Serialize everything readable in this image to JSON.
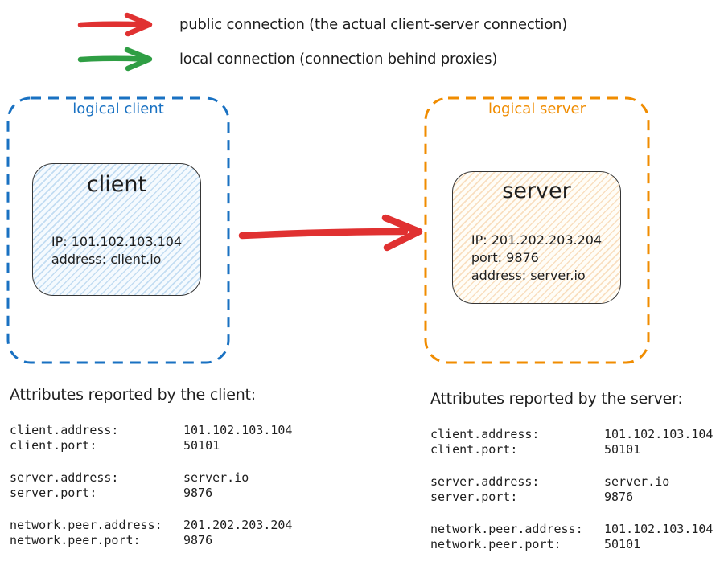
{
  "legend": {
    "items": [
      {
        "name": "public-connection",
        "color": "#e03131",
        "label": "public connection (the actual client-server connection)"
      },
      {
        "name": "local-connection",
        "color": "#2f9e44",
        "label": "local connection (connection behind proxies)"
      }
    ]
  },
  "diagram": {
    "logical_client": {
      "label": "logical client",
      "accent": "#1971c2",
      "node": {
        "title": "client",
        "lines": [
          "IP: 101.102.103.104",
          "address: client.io"
        ]
      }
    },
    "logical_server": {
      "label": "logical server",
      "accent": "#f08c00",
      "node": {
        "title": "server",
        "lines": [
          "IP: 201.202.203.204",
          "port: 9876",
          "address: server.io"
        ]
      }
    },
    "connection": {
      "type": "public",
      "color": "#e03131"
    }
  },
  "attributes": {
    "client": {
      "title": "Attributes reported by the client:",
      "groups": [
        [
          {
            "key": "client.address:",
            "value": "101.102.103.104"
          },
          {
            "key": "client.port:",
            "value": "50101"
          }
        ],
        [
          {
            "key": "server.address:",
            "value": "server.io"
          },
          {
            "key": "server.port:",
            "value": "9876"
          }
        ],
        [
          {
            "key": "network.peer.address:",
            "value": "201.202.203.204"
          },
          {
            "key": "network.peer.port:",
            "value": "9876"
          }
        ]
      ]
    },
    "server": {
      "title": "Attributes reported by the server:",
      "groups": [
        [
          {
            "key": "client.address:",
            "value": "101.102.103.104"
          },
          {
            "key": "client.port:",
            "value": "50101"
          }
        ],
        [
          {
            "key": "server.address:",
            "value": "server.io"
          },
          {
            "key": "server.port:",
            "value": "9876"
          }
        ],
        [
          {
            "key": "network.peer.address:",
            "value": "101.102.103.104"
          },
          {
            "key": "network.peer.port:",
            "value": "50101"
          }
        ]
      ]
    }
  }
}
